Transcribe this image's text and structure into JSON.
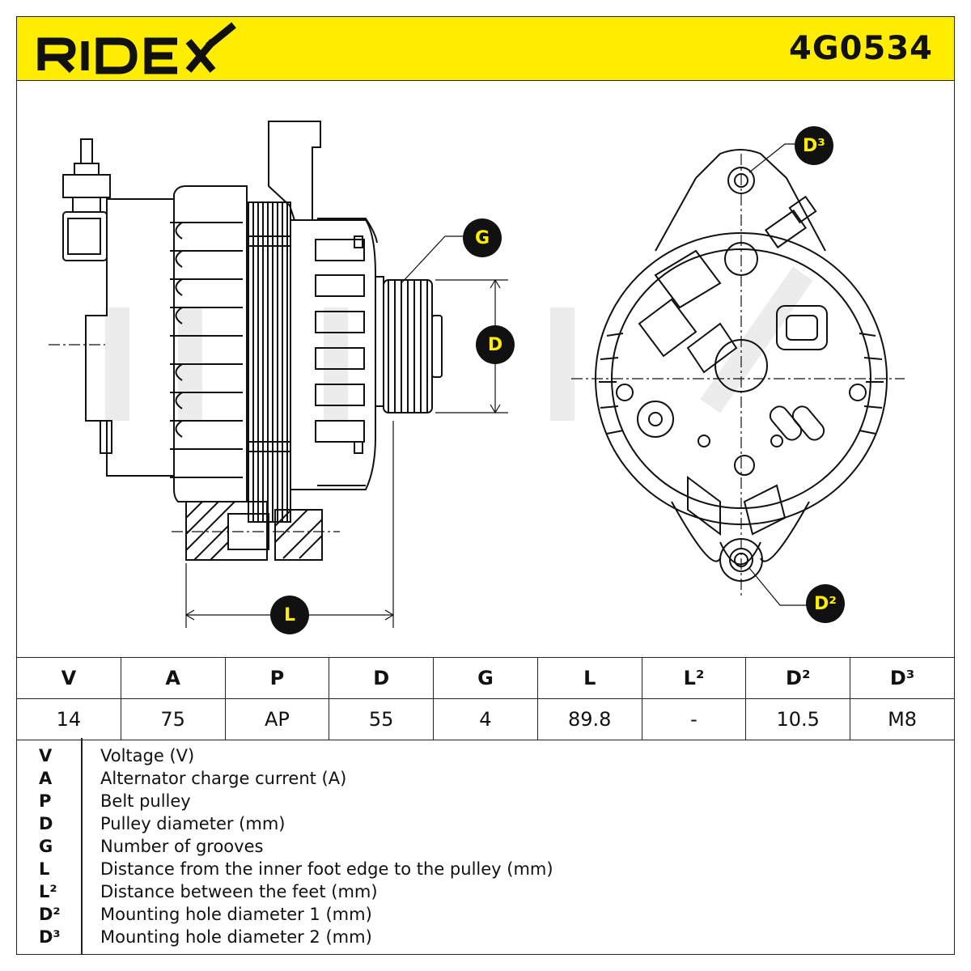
{
  "brand": "RIDEX",
  "part_number": "4G0534",
  "callouts": {
    "g": "G",
    "d": "D",
    "l": "L",
    "d2": "D²",
    "d3": "D³"
  },
  "table": {
    "headers": [
      "V",
      "A",
      "P",
      "D",
      "G",
      "L",
      "L²",
      "D²",
      "D³"
    ],
    "values": [
      "14",
      "75",
      "AP",
      "55",
      "4",
      "89.8",
      "-",
      "10.5",
      "M8"
    ]
  },
  "legend": [
    {
      "key": "V",
      "text": "Voltage (V)"
    },
    {
      "key": "A",
      "text": "Alternator charge current (A)"
    },
    {
      "key": "P",
      "text": "Belt pulley"
    },
    {
      "key": "D",
      "text": "Pulley diameter (mm)"
    },
    {
      "key": "G",
      "text": "Number of grooves"
    },
    {
      "key": "L",
      "text": "Distance from the inner foot edge to the pulley (mm)"
    },
    {
      "key": "L²",
      "text": "Distance between the feet (mm)"
    },
    {
      "key": "D²",
      "text": "Mounting hole diameter 1 (mm)"
    },
    {
      "key": "D³",
      "text": "Mounting hole diameter 2 (mm)"
    }
  ],
  "colors": {
    "accent": "#ffed00",
    "ink": "#111111"
  }
}
